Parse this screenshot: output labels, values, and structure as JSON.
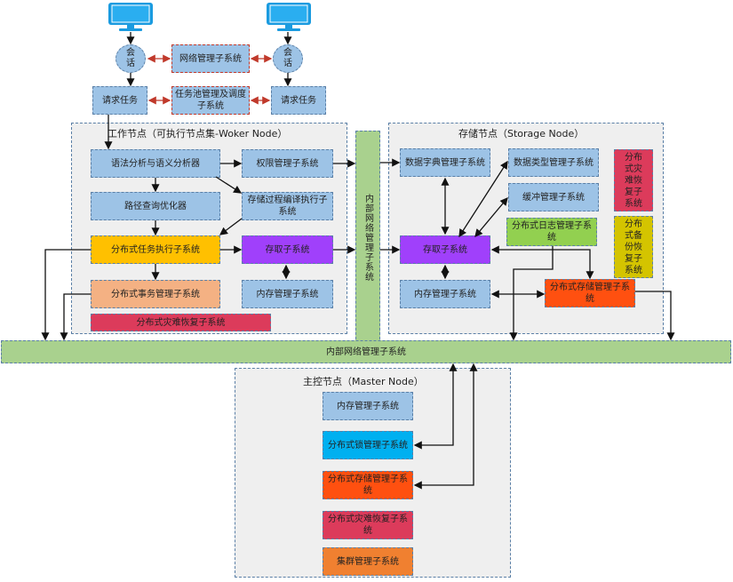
{
  "top": {
    "session_left": "会\n话",
    "session_right": "会\n话",
    "network_mgmt": "网络管理子系统",
    "request_left": "请求任务",
    "request_right": "请求任务",
    "task_pool": "任务池管理及调度子系统"
  },
  "worker": {
    "title": "工作节点（可执行节点集-Woker Node）",
    "parser": "语法分析与语义分析器",
    "permission": "权限管理子系统",
    "path_optimizer": "路径查询优化器",
    "stored_proc": "存储过程编译执行子系统",
    "task_exec": "分布式任务执行子系统",
    "access": "存取子系统",
    "transaction": "分布式事务管理子系统",
    "memory": "内存管理子系统",
    "disaster": "分布式灾难恢复子系统"
  },
  "internal_net_vertical": "内部网络管理子系统",
  "storage": {
    "title": "存储节点（Storage Node）",
    "dictionary": "数据字典管理子系统",
    "datatype": "数据类型管理子系统",
    "buffer": "缓冲管理子系统",
    "log": "分布式日志管理子系统",
    "access": "存取子系统",
    "memory": "内存管理子系统",
    "storage_mgmt": "分布式存储管理子系统",
    "disaster": "分布式灾难恢复子系统",
    "backup": "分布式备份恢复子系统"
  },
  "internal_net_bar": "内部网络管理子系统",
  "master": {
    "title": "主控节点（Master Node）",
    "memory": "内存管理子系统",
    "lock": "分布式锁管理子系统",
    "storage_mgmt": "分布式存储管理子系统",
    "disaster": "分布式灾难恢复子系统",
    "cluster": "集群管理子系统"
  },
  "colors": {
    "monitor": "#1a9be0",
    "arrow": "#111111",
    "double_arrow_red": "#c0392b"
  }
}
